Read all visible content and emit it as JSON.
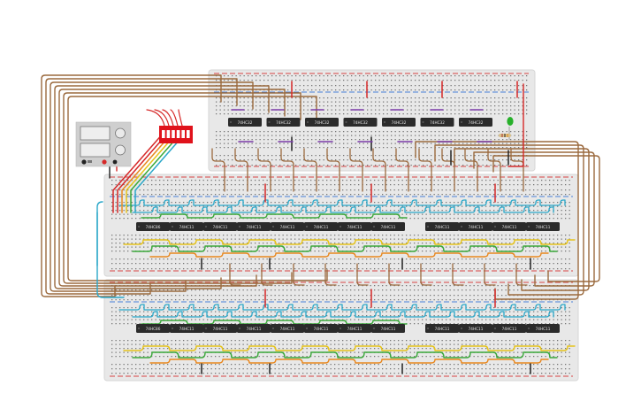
{
  "colors": {
    "background": "#ffffff",
    "board": "#e8e8e8",
    "board_edge": "#d6d6d6",
    "hole": "#4d4d4d",
    "chip": "#2b2b2b",
    "chip_text": "#e6e6e6",
    "rail_red": "#d62828",
    "rail_blue": "#2b6fd6",
    "wire_brown": "#9b6a3e",
    "wire_cyan": "#2aa7c9",
    "wire_yellow": "#e6c31a",
    "wire_green": "#3aa83a",
    "wire_orange": "#e8871e",
    "wire_red": "#d62828",
    "wire_black": "#222222",
    "wire_purple": "#7a3aa8",
    "dip_switch": "#e0121b",
    "led_green": "#27b02a",
    "psu": "#cfcfcf"
  },
  "top_board": {
    "chips": [
      "74HC32",
      "74HC32",
      "74HC32",
      "74HC32",
      "74HC32",
      "74HC32",
      "74HC32"
    ]
  },
  "middle_board": {
    "chips": [
      "74HC86",
      "74HC11",
      "74HC11",
      "74HC11",
      "74HC11",
      "74HC11",
      "74HC11",
      "74HC11",
      "74HC11",
      "74HC11",
      "74HC11",
      "74HC11"
    ]
  },
  "bottom_board": {
    "chips": [
      "74HC86",
      "74HC11",
      "74HC11",
      "74HC11",
      "74HC11",
      "74HC11",
      "74HC11",
      "74HC11",
      "74HC11",
      "74HC11",
      "74HC11",
      "74HC11"
    ]
  },
  "dip_switch": {
    "positions": 6
  },
  "power_supply": {
    "outputs": 2
  }
}
